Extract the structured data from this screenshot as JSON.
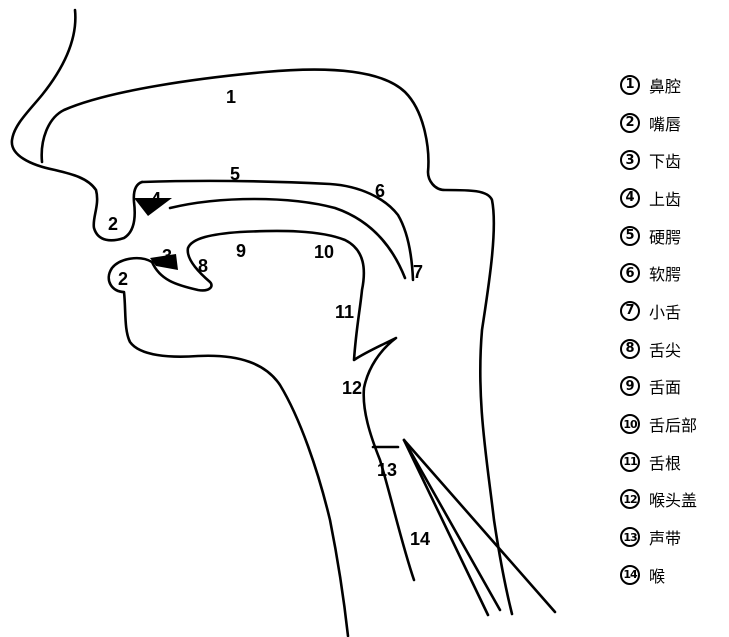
{
  "diagram": {
    "markers": [
      "1",
      "2",
      "2",
      "3",
      "4",
      "5",
      "6",
      "7",
      "8",
      "9",
      "10",
      "11",
      "12",
      "13",
      "14"
    ]
  },
  "legend": [
    {
      "number": "1",
      "label": "鼻腔"
    },
    {
      "number": "2",
      "label": "嘴唇"
    },
    {
      "number": "3",
      "label": "下齿"
    },
    {
      "number": "4",
      "label": "上齿"
    },
    {
      "number": "5",
      "label": "硬腭"
    },
    {
      "number": "6",
      "label": "软腭"
    },
    {
      "number": "7",
      "label": "小舌"
    },
    {
      "number": "8",
      "label": "舌尖"
    },
    {
      "number": "9",
      "label": "舌面"
    },
    {
      "number": "10",
      "label": "舌后部"
    },
    {
      "number": "11",
      "label": "舌根"
    },
    {
      "number": "12",
      "label": "喉头盖"
    },
    {
      "number": "13",
      "label": "声带"
    },
    {
      "number": "14",
      "label": "喉"
    }
  ]
}
